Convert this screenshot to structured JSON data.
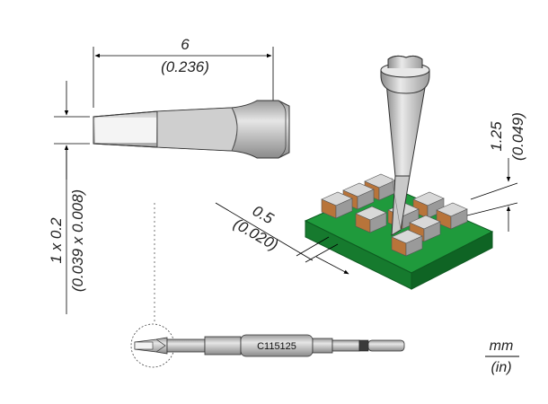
{
  "dimensions": {
    "length_mm": "6",
    "length_in": "(0.236)",
    "tip_mm": "1 x 0.2",
    "tip_in": "(0.039 x 0.008)",
    "width_mm": "0.5",
    "width_in": "(0.020)",
    "height_mm": "1.25",
    "height_in": "(0.049)"
  },
  "cartridge": {
    "code": "C115125"
  },
  "units": {
    "metric": "mm",
    "imperial": "(in)"
  }
}
